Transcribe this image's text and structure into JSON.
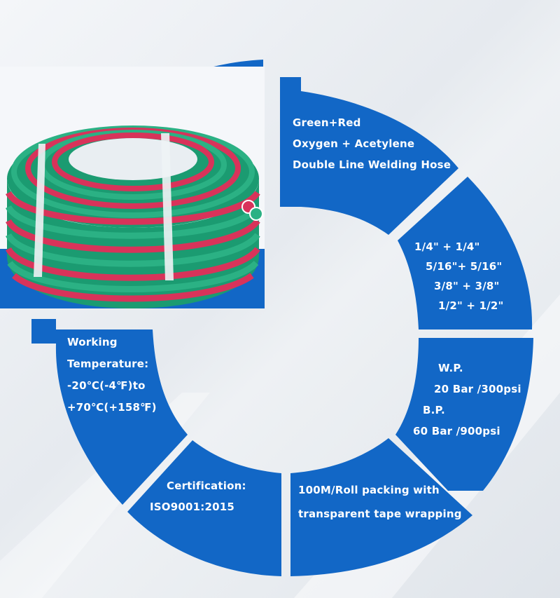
{
  "colors": {
    "segment_blue": "#1267c6",
    "background": "#eef1f4",
    "hose_green": "#21a67a",
    "hose_red": "#d8335a"
  },
  "product_image": {
    "icon": "hose-coil-image"
  },
  "segments": {
    "product": {
      "lines": [
        "Green+Red",
        "Oxygen + Acetylene",
        "Double Line Welding Hose"
      ]
    },
    "sizes": {
      "lines": [
        "1/4\" + 1/4\"",
        "5/16\"+ 5/16\"",
        "3/8\" + 3/8\"",
        "1/2\" + 1/2\""
      ]
    },
    "pressure": {
      "lines": [
        "W.P.",
        "20 Bar /300psi",
        "B.P.",
        "60 Bar /900psi"
      ]
    },
    "packing": {
      "lines": [
        "100M/Roll packing with",
        "transparent tape wrapping"
      ]
    },
    "certification": {
      "lines": [
        "Certification:",
        "ISO9001:2015"
      ]
    },
    "temperature": {
      "lines": [
        "Working",
        "Temperature:",
        "-20℃(-4℉)to",
        "+70℃(+158℉)"
      ]
    }
  }
}
